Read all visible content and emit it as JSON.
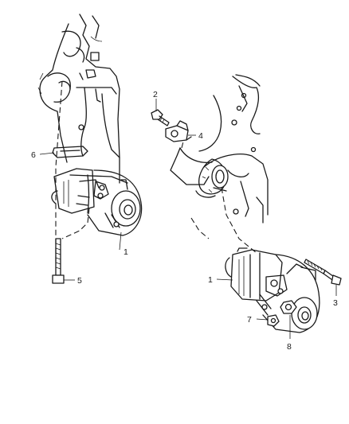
{
  "callouts": {
    "starter_left": "1",
    "starter_right": "1",
    "bolt_small": "2",
    "bolt_long_right": "3",
    "clip": "4",
    "bolt_long_left": "5",
    "bracket": "6",
    "nut_small": "7",
    "nut_large": "8"
  },
  "colors": {
    "line": "#1a1a1a",
    "background": "#ffffff"
  }
}
